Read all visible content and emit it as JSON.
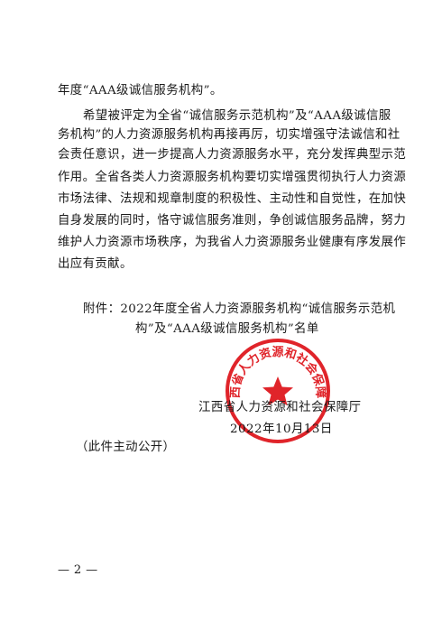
{
  "document": {
    "paragraph1": {
      "lines": [
        "年度“AAA级诚信服务机构”。"
      ]
    },
    "paragraph2": {
      "lines": [
        "希望被评定为全省“诚信服务示范机构”及“AAA级诚信服",
        "务机构”的人力资源服务机构再接再厉，切实增强守法诚信和社",
        "会责任意识，进一步提高人力资源服务水平，充分发挥典型示范",
        "作用。全省各类人力资源服务机构要切实增强贯彻执行人力资源",
        "市场法律、法规和规章制度的积极性、主动性和自觉性，在加快",
        "自身发展的同时，恪守诚信服务准则，争创诚信服务品牌，努力",
        "维护人力资源市场秩序，为我省人力资源服务业健康有序发展作",
        "出应有贡献。"
      ]
    },
    "attachment": {
      "line1": "附件：2022年度全省人力资源服务机构“诚信服务示范机",
      "line2": "构”及“AAA级诚信服务机构”名单"
    },
    "signature": {
      "org": "江西省人力资源和社会保障厅",
      "date": "2022年10月13日"
    },
    "disclosure": "（此件主动公开）",
    "page_number": "— 2 —",
    "seal": {
      "text": "江西省人力资源和社会保障厅",
      "color": "#e0242a"
    }
  }
}
